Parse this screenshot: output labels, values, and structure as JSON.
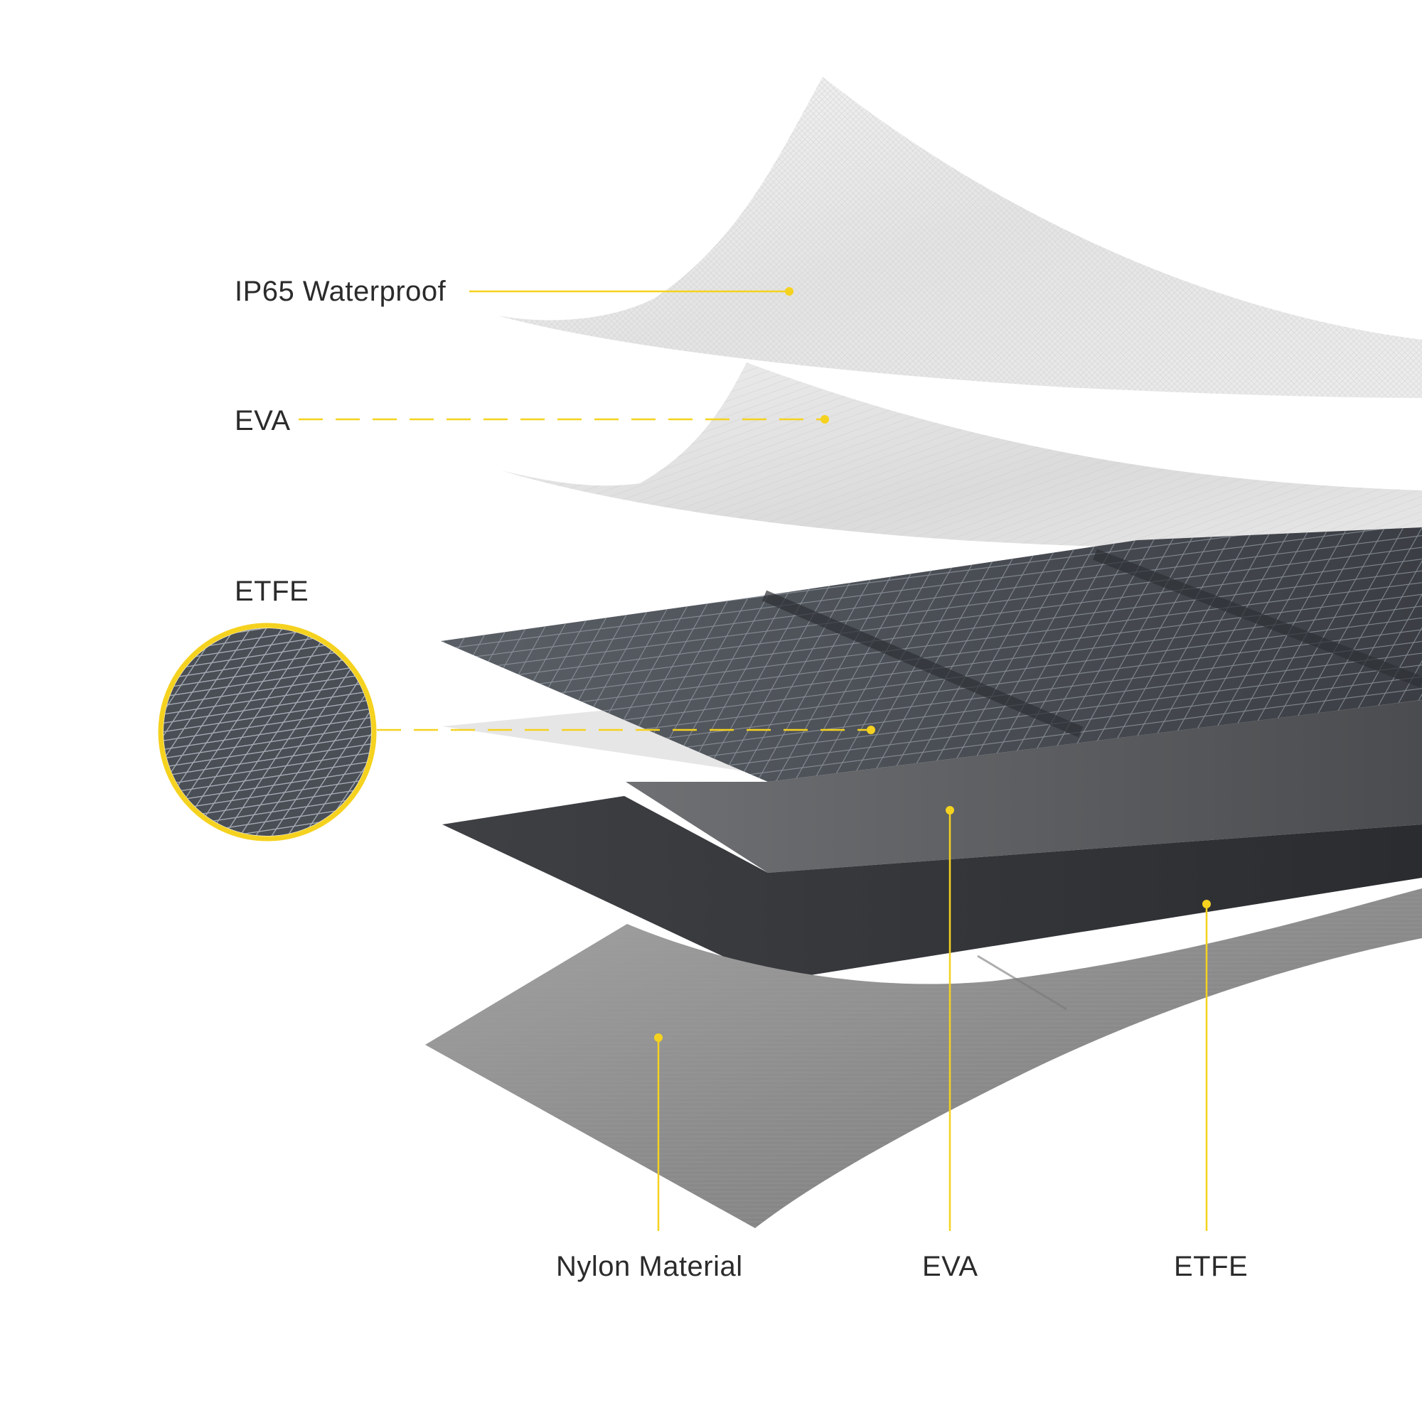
{
  "labels": {
    "ip65_waterproof": "IP65 Waterproof",
    "eva_top": "EVA",
    "etfe_top": "ETFE",
    "nylon_material": "Nylon Material",
    "eva_bottom": "EVA",
    "etfe_bottom": "ETFE"
  },
  "colors": {
    "accent": "#F5D21F",
    "label_text": "#2B2B2B",
    "background": "#FFFFFF",
    "cell_dark": "#3E4249",
    "eva_gray": "#5B5D60",
    "etfe_dark": "#2F3134",
    "nylon_gray": "#8C8C8C",
    "film_light": "#E6E6E6"
  }
}
